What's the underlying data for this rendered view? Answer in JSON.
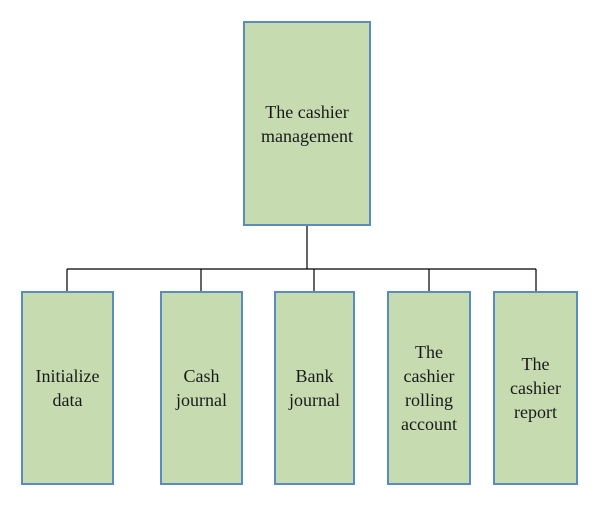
{
  "diagram": {
    "root": {
      "label": "The cashier\nmanagement"
    },
    "children": [
      {
        "label": "Initialize\ndata"
      },
      {
        "label": "Cash\njournal"
      },
      {
        "label": "Bank\njournal"
      },
      {
        "label": "The\ncashier\nrolling\naccount"
      },
      {
        "label": "The\ncashier\nreport"
      }
    ]
  },
  "colors": {
    "box_fill": "#c6dcb0",
    "box_border": "#5b8cc0",
    "connector": "#000000"
  }
}
